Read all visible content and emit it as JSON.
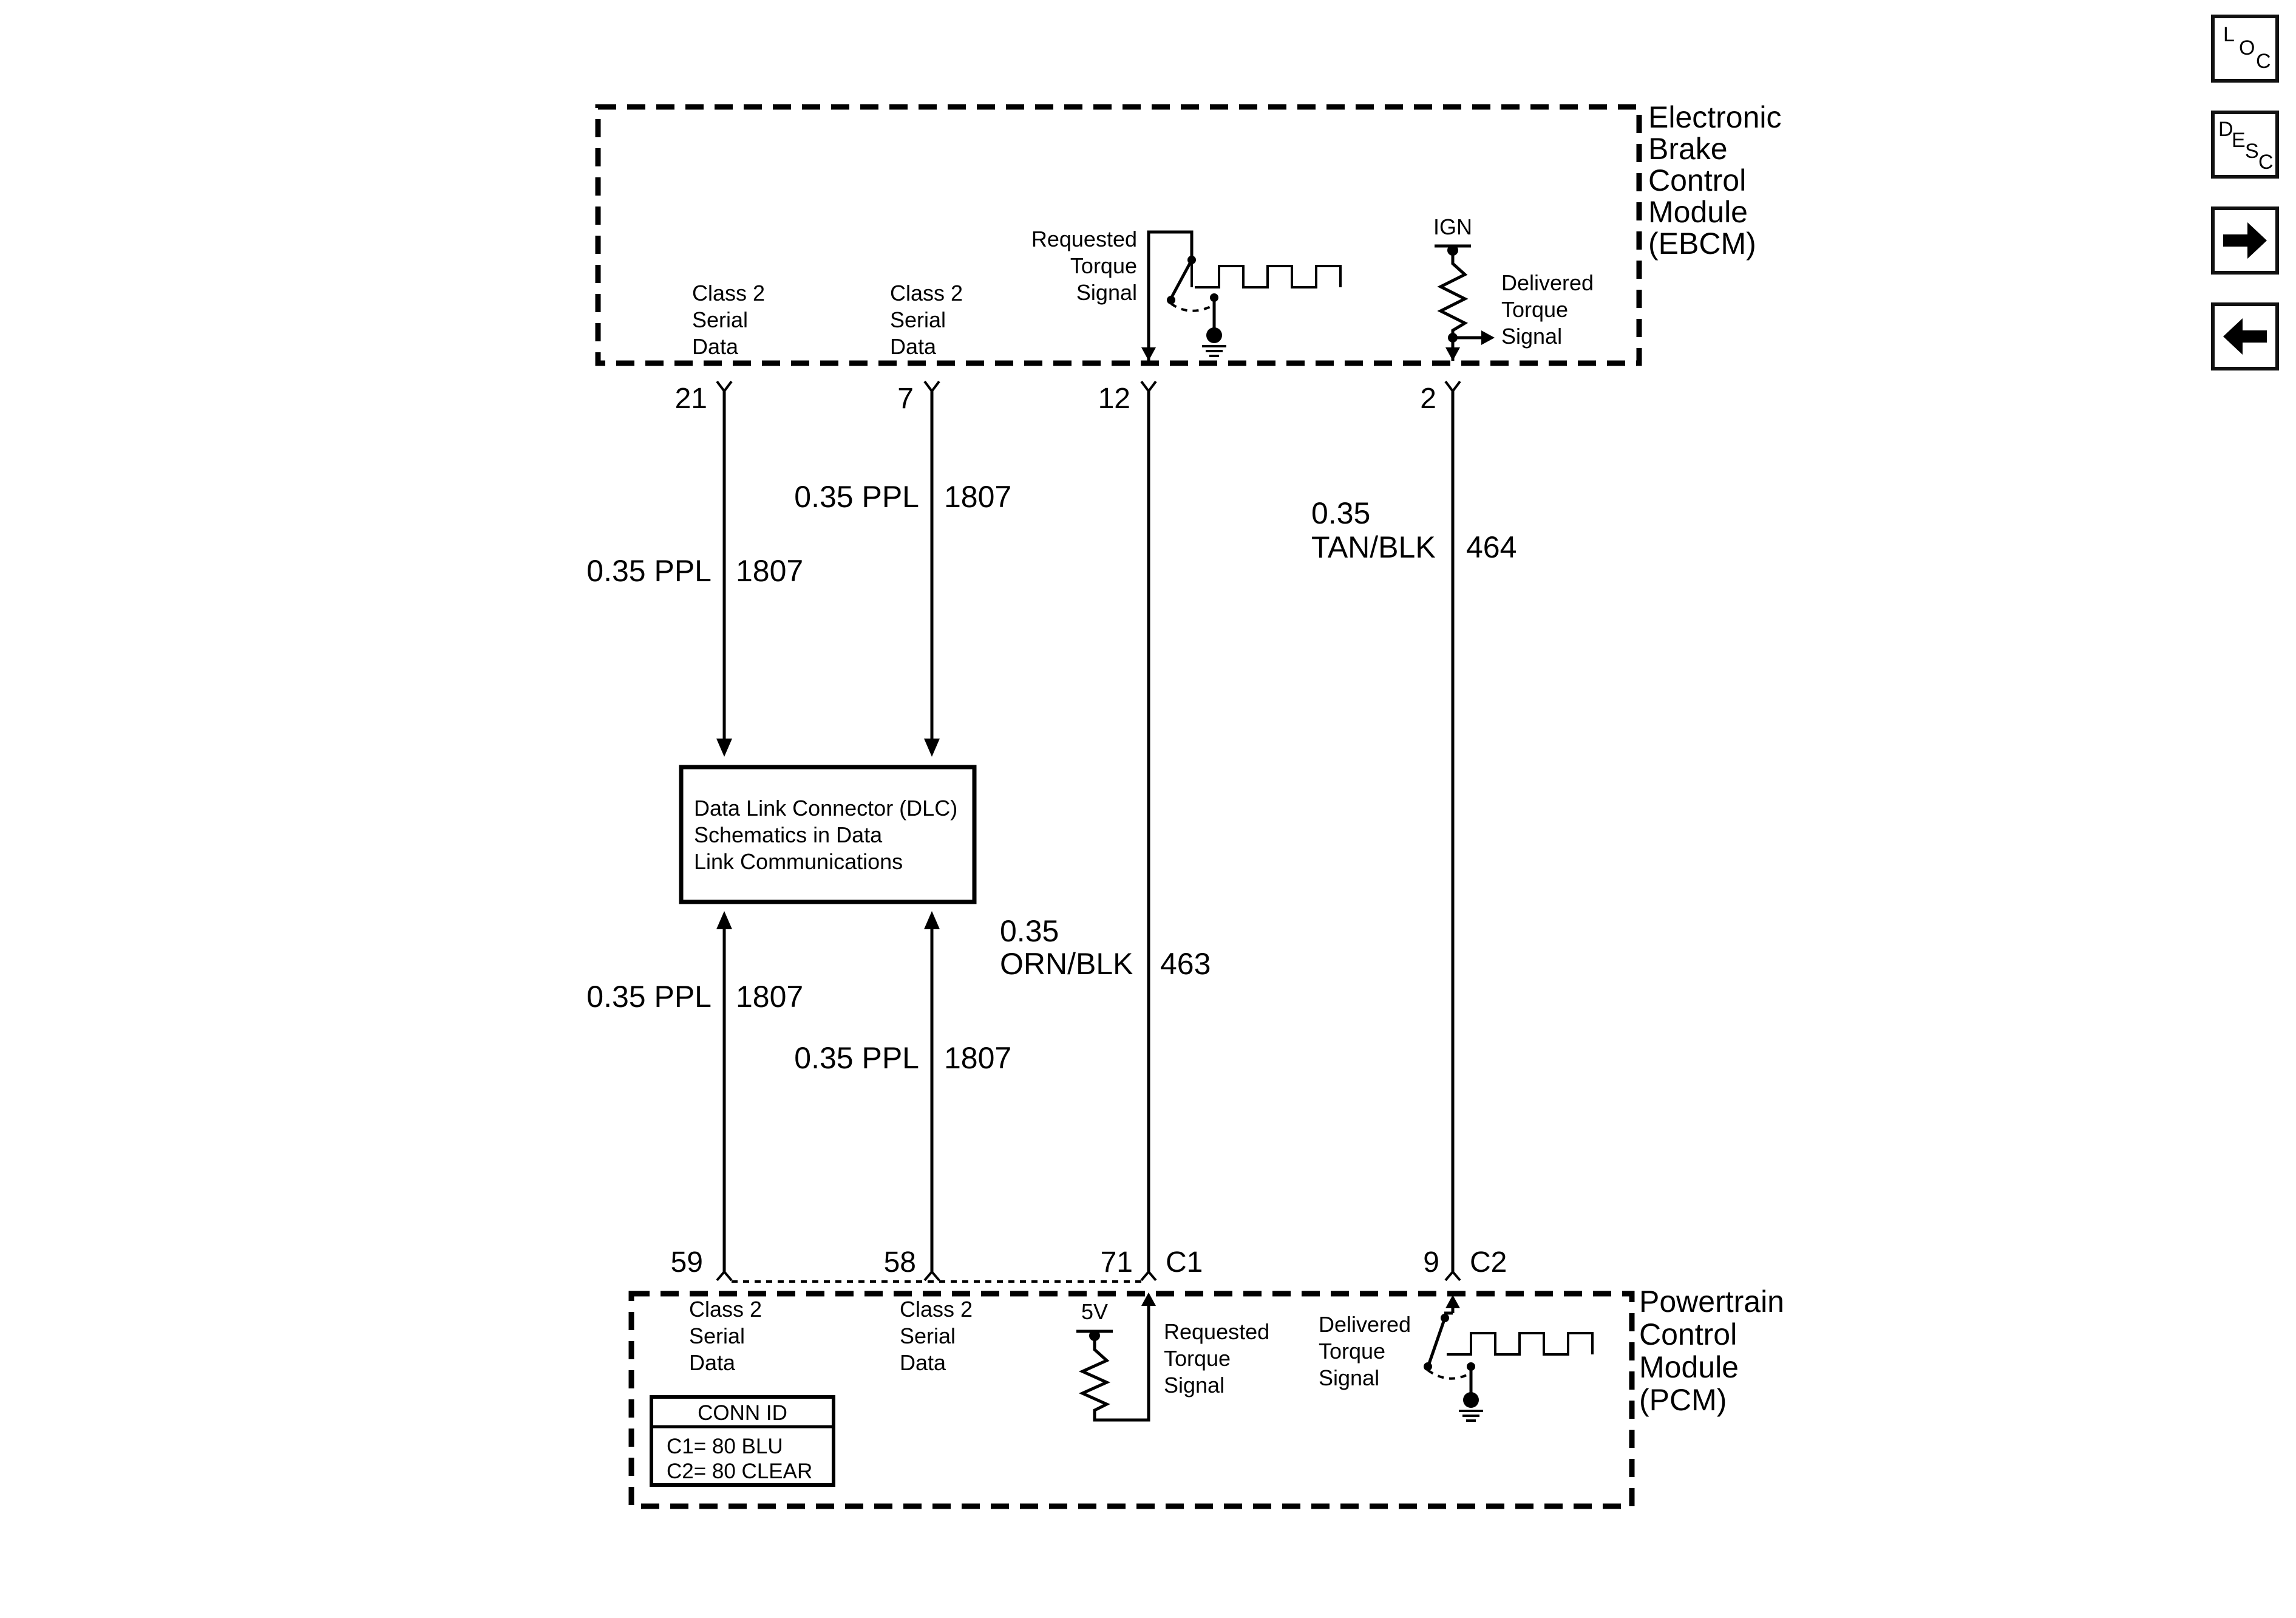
{
  "modules": {
    "ebcm": [
      "Electronic",
      "Brake",
      "Control",
      "Module",
      "(EBCM)"
    ],
    "pcm": [
      "Powertrain",
      "Control",
      "Module",
      "(PCM)"
    ]
  },
  "ebcm_terminals": {
    "t21": [
      "Class 2",
      "Serial",
      "Data"
    ],
    "t7": [
      "Class 2",
      "Serial",
      "Data"
    ],
    "requested": [
      "Requested",
      "Torque",
      "Signal"
    ],
    "ign": "IGN",
    "delivered": [
      "Delivered",
      "Torque",
      "Signal"
    ]
  },
  "pcm_terminals": {
    "t59": [
      "Class 2",
      "Serial",
      "Data"
    ],
    "t58": [
      "Class 2",
      "Serial",
      "Data"
    ],
    "v5": "5V",
    "requested": [
      "Requested",
      "Torque",
      "Signal"
    ],
    "delivered": [
      "Delivered",
      "Torque",
      "Signal"
    ]
  },
  "pins": {
    "ebcm": [
      "21",
      "7",
      "12",
      "2"
    ],
    "pcm": [
      "59",
      "58",
      "71",
      "9"
    ],
    "c1": "C1",
    "c2": "C2"
  },
  "wires": {
    "w21_top": {
      "gauge_color": "0.35 PPL",
      "circuit": "1807"
    },
    "w7_top": {
      "gauge_color": "0.35 PPL",
      "circuit": "1807"
    },
    "w59_bot": {
      "gauge_color": "0.35 PPL",
      "circuit": "1807"
    },
    "w58_bot": {
      "gauge_color": "0.35 PPL",
      "circuit": "1807"
    },
    "w12": {
      "gauge": "0.35",
      "color": "ORN/BLK",
      "circuit": "463"
    },
    "w2": {
      "gauge": "0.35",
      "color": "TAN/BLK",
      "circuit": "464"
    }
  },
  "dlc": [
    "Data Link Connector (DLC)",
    "Schematics in Data",
    "Link Communications"
  ],
  "conn_id": {
    "title": "CONN ID",
    "rows": [
      "C1= 80 BLU",
      "C2= 80 CLEAR"
    ]
  },
  "nav": {
    "loc": [
      "L",
      "O",
      "C"
    ],
    "desc": [
      "D",
      "E",
      "S",
      "C"
    ],
    "forward_icon": "arrow-right-icon",
    "back_icon": "arrow-left-icon"
  }
}
